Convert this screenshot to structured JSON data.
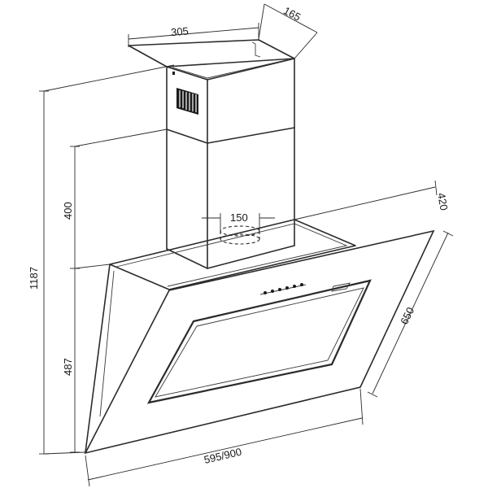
{
  "dimensions": {
    "chimney_width": "305",
    "chimney_depth": "165",
    "total_height": "1187",
    "chimney_height": "400",
    "hood_height": "487",
    "outlet_diameter": "150",
    "hood_depth": "420",
    "glass_panel_length": "650",
    "hood_width": "595/900"
  },
  "colors": {
    "line": "#2b2b2b",
    "background": "#ffffff"
  }
}
